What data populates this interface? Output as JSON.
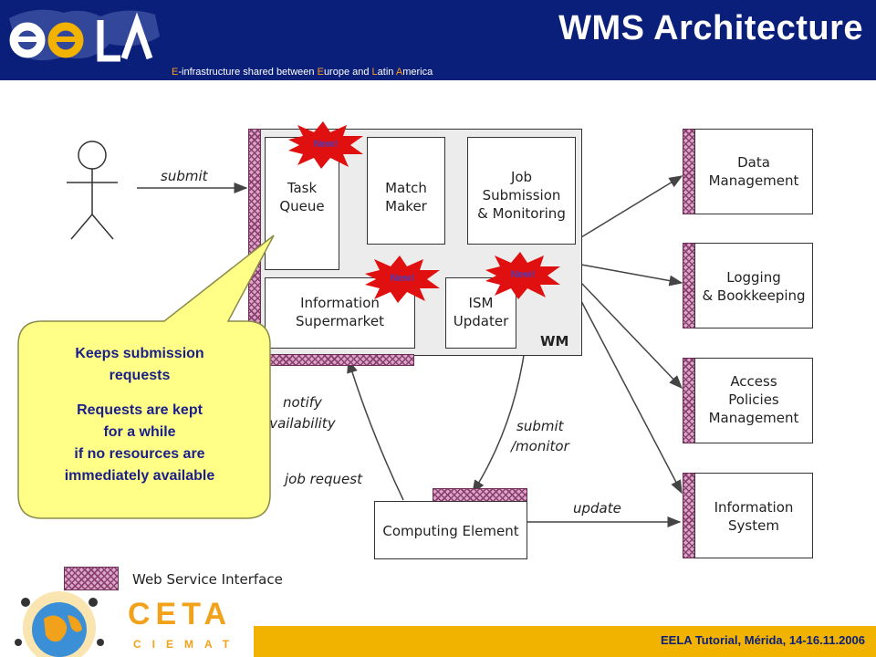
{
  "header": {
    "title": "WMS Architecture",
    "subtitle_parts": [
      {
        "text": "E",
        "highlight": true
      },
      {
        "text": "-infrastructure shared between ",
        "highlight": false
      },
      {
        "text": "E",
        "highlight": true
      },
      {
        "text": "urope and ",
        "highlight": false
      },
      {
        "text": "L",
        "highlight": true
      },
      {
        "text": "atin ",
        "highlight": false
      },
      {
        "text": "A",
        "highlight": true
      },
      {
        "text": "merica",
        "highlight": false
      }
    ],
    "colors": {
      "background": "#0a1f7a",
      "highlight": "#ff9a1a"
    }
  },
  "diagram": {
    "wm_label": "WM",
    "boxes": {
      "task_queue": "Task\nQueue",
      "match_maker": "Match\nMaker",
      "job_submission": "Job\nSubmission\n& Monitoring",
      "information_supermarket": "Information\nSupermarket",
      "ism_updater": "ISM\nUpdater",
      "computing_element": "Computing Element",
      "data_management": "Data\nManagement",
      "logging": "Logging\n& Bookkeeping",
      "access_policies": "Access\nPolicies\nManagement",
      "information_system": "Information\nSystem"
    },
    "arrow_labels": {
      "submit": "submit",
      "notify": "notify",
      "availability": "availability",
      "job_request": "job request",
      "submit_monitor_1": "submit",
      "submit_monitor_2": "/monitor",
      "update": "update"
    },
    "new_badge": "New!",
    "legend": "Web Service Interface"
  },
  "callout": {
    "lines": [
      "Keeps submission",
      "requests",
      "",
      "Requests are kept",
      "for a while",
      "if no resources are",
      "immediately available"
    ]
  },
  "footer": {
    "text": "EELA Tutorial, Mérida, 14-16.11.2006",
    "ceta_top": "CETA",
    "ceta_bottom": "CIEMAT"
  }
}
